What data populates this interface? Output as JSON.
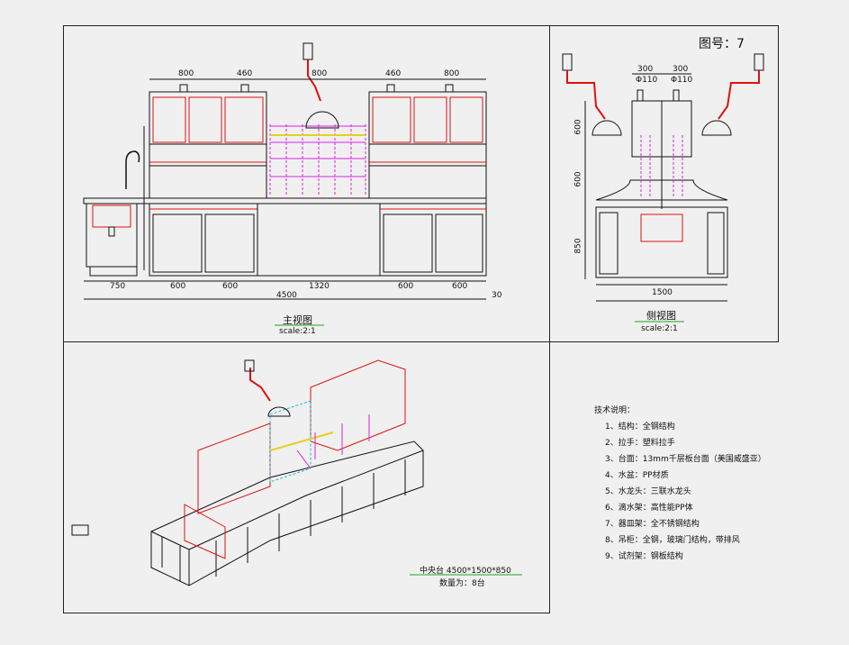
{
  "drawing": {
    "figure_no": "图号：7",
    "front_view": {
      "title": "主视图",
      "scale": "scale:2:1",
      "top_dims": [
        "800",
        "460",
        "800",
        "460",
        "800"
      ],
      "bottom_dims": [
        "750",
        "600",
        "600",
        "1320",
        "600",
        "600"
      ],
      "total": "4500",
      "end_dim": "30"
    },
    "side_view": {
      "title": "侧视图",
      "scale": "scale:2:1",
      "top_dims": [
        "300",
        "Φ110",
        "300",
        "Φ110"
      ],
      "vertical_dims": [
        "600",
        "600",
        "850"
      ],
      "bottom_dim": "1500"
    },
    "tech_notes": {
      "heading": "技术说明：",
      "items": [
        "1、结构：全钢结构",
        "2、拉手：塑料拉手",
        "3、台面：13mm千层板台面（美国威盛亚）",
        "4、水盆：PP材质",
        "5、水龙头：三联水龙头",
        "6、滴水架：高性能PP体",
        "7、器皿架：全不锈钢结构",
        "8、吊柜：全钢，玻璃门结构，带排风",
        "9、试剂架：钢板结构"
      ]
    },
    "spec": {
      "size": "中央台 4500*1500*850",
      "qty": "数量为：8台"
    }
  },
  "colors": {
    "line": "#111111",
    "red": "#e01010",
    "magenta": "#e020e0",
    "cyan": "#20b8d8",
    "yellow": "#e8d020",
    "green": "#20a020"
  }
}
